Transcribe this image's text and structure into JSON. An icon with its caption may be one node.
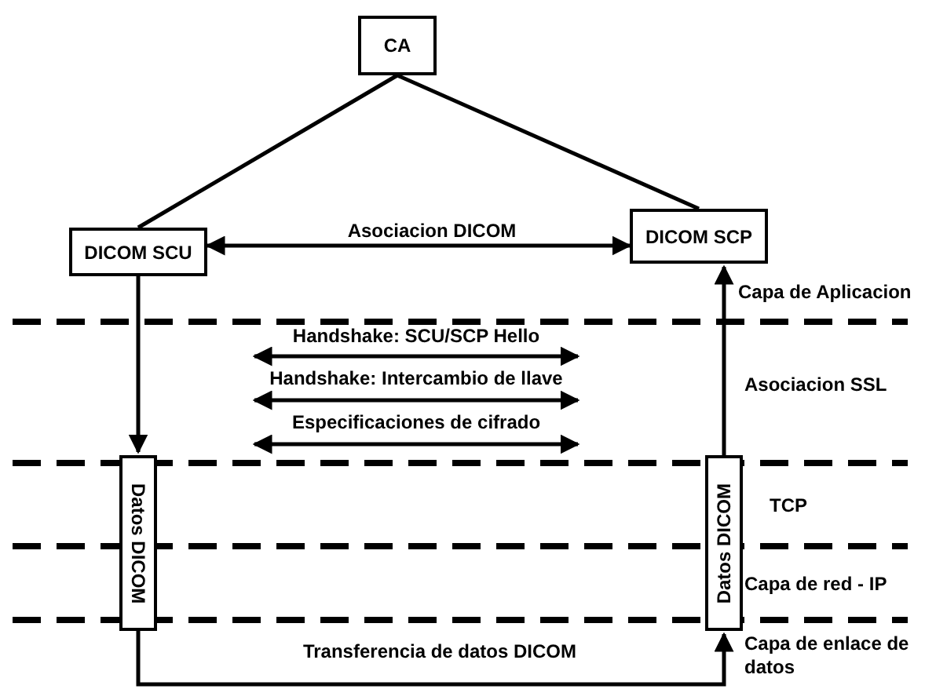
{
  "diagram": {
    "nodes": [
      {
        "text": [
          "CA"
        ]
      },
      {
        "text": [
          "DICOM SCU"
        ]
      },
      {
        "text": [
          "DICOM SCP"
        ]
      },
      {
        "text": [
          "Datos DICOM"
        ]
      },
      {
        "text": [
          "Datos DICOM"
        ]
      }
    ],
    "edges": [
      {
        "from": 0,
        "to": 1,
        "arrow": "none"
      },
      {
        "from": 0,
        "to": 2,
        "arrow": "none"
      },
      {
        "from": 1,
        "to": 2,
        "arrow": "both",
        "label": "Asociacion DICOM"
      },
      {
        "from": 1,
        "to": 3,
        "arrow": "to"
      },
      {
        "from": 4,
        "to": 2,
        "arrow": "to"
      },
      {
        "from": 3,
        "to": 4,
        "arrow": "to",
        "label": "Transferencia de datos DICOM"
      }
    ],
    "labels": [
      "Capa de Aplicacion",
      "Handshake: SCU/SCP Hello",
      "Handshake: Intercambio de llave",
      "Asociacion SSL",
      "Especificaciones de cifrado",
      "TCP",
      "Capa de red - IP",
      "Capa de enlace de datos"
    ]
  }
}
